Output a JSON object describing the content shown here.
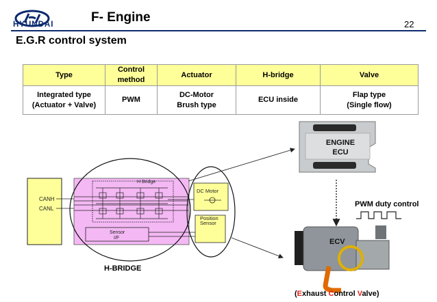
{
  "header": {
    "logo_text": "HYUNDAI",
    "title": "F- Engine",
    "page_number": "22"
  },
  "section_title": "E.G.R control system",
  "table": {
    "headers": [
      "Type",
      "Control method",
      "Actuator",
      "H-bridge",
      "Valve"
    ],
    "row": {
      "type_line1": "Integrated type",
      "type_line2": "(Actuator + Valve)",
      "control_method": "PWM",
      "actuator_line1": "DC-Motor",
      "actuator_line2": "Brush type",
      "h_bridge": "ECU inside",
      "valve_line1": "Flap type",
      "valve_line2": "(Single flow)"
    }
  },
  "diagram": {
    "ecu_line1": "ENGINE",
    "ecu_line2": "ECU",
    "pwm_label": "PWM duty control",
    "ecv_label": "ECV",
    "hbridge_caption": "H-BRIDGE",
    "canh": "CANH",
    "canl": "CANL",
    "hbridge_block": "H Bridge",
    "dc_motor": "DC Motor",
    "position_sensor_line1": "Position",
    "position_sensor_line2": "Sensor",
    "sensor_if_line1": "Sensor",
    "sensor_if_line2": "I/F",
    "ecv_caption": {
      "open": "(",
      "e": "E",
      "xhaust": "xhaust ",
      "c": "C",
      "ontrol": "ontrol ",
      "v": "V",
      "alve": "alve)"
    }
  },
  "colors": {
    "brand_blue": "#0b2a6e",
    "table_header": "#ffff99",
    "hbridge_fill": "#f4b8f4",
    "can_fill": "#ffff99",
    "red_letter": "#e41e1e"
  }
}
